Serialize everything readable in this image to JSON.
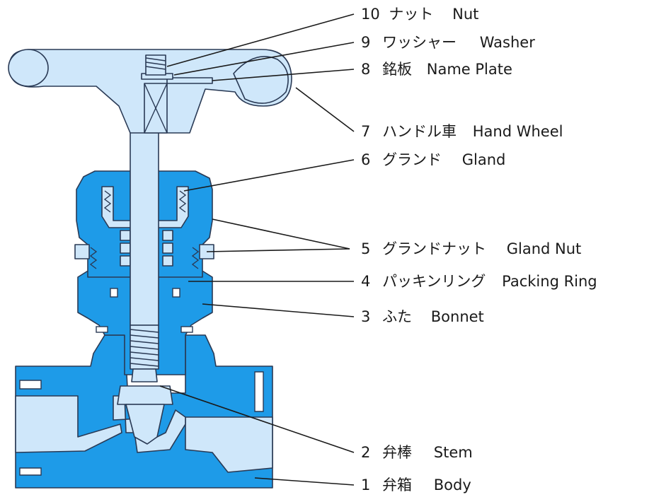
{
  "parts": [
    {
      "no": "10",
      "ja": "ナット",
      "en": "Nut"
    },
    {
      "no": "9",
      "ja": "ワッシャー",
      "en": "Washer"
    },
    {
      "no": "8",
      "ja": "銘板",
      "en": "Name Plate"
    },
    {
      "no": "7",
      "ja": "ハンドル車",
      "en": "Hand Wheel"
    },
    {
      "no": "6",
      "ja": "グランド",
      "en": "Gland"
    },
    {
      "no": "5",
      "ja": "グランドナット",
      "en": "Gland Nut"
    },
    {
      "no": "4",
      "ja": "パッキンリング",
      "en": "Packing Ring"
    },
    {
      "no": "3",
      "ja": "ふた",
      "en": "Bonnet"
    },
    {
      "no": "2",
      "ja": "弁棒",
      "en": "Stem"
    },
    {
      "no": "1",
      "ja": "弁箱",
      "en": "Body"
    }
  ],
  "colors": {
    "body": "#1e9be8",
    "light": "#cfe7fa",
    "outline": "#2a3a55"
  }
}
